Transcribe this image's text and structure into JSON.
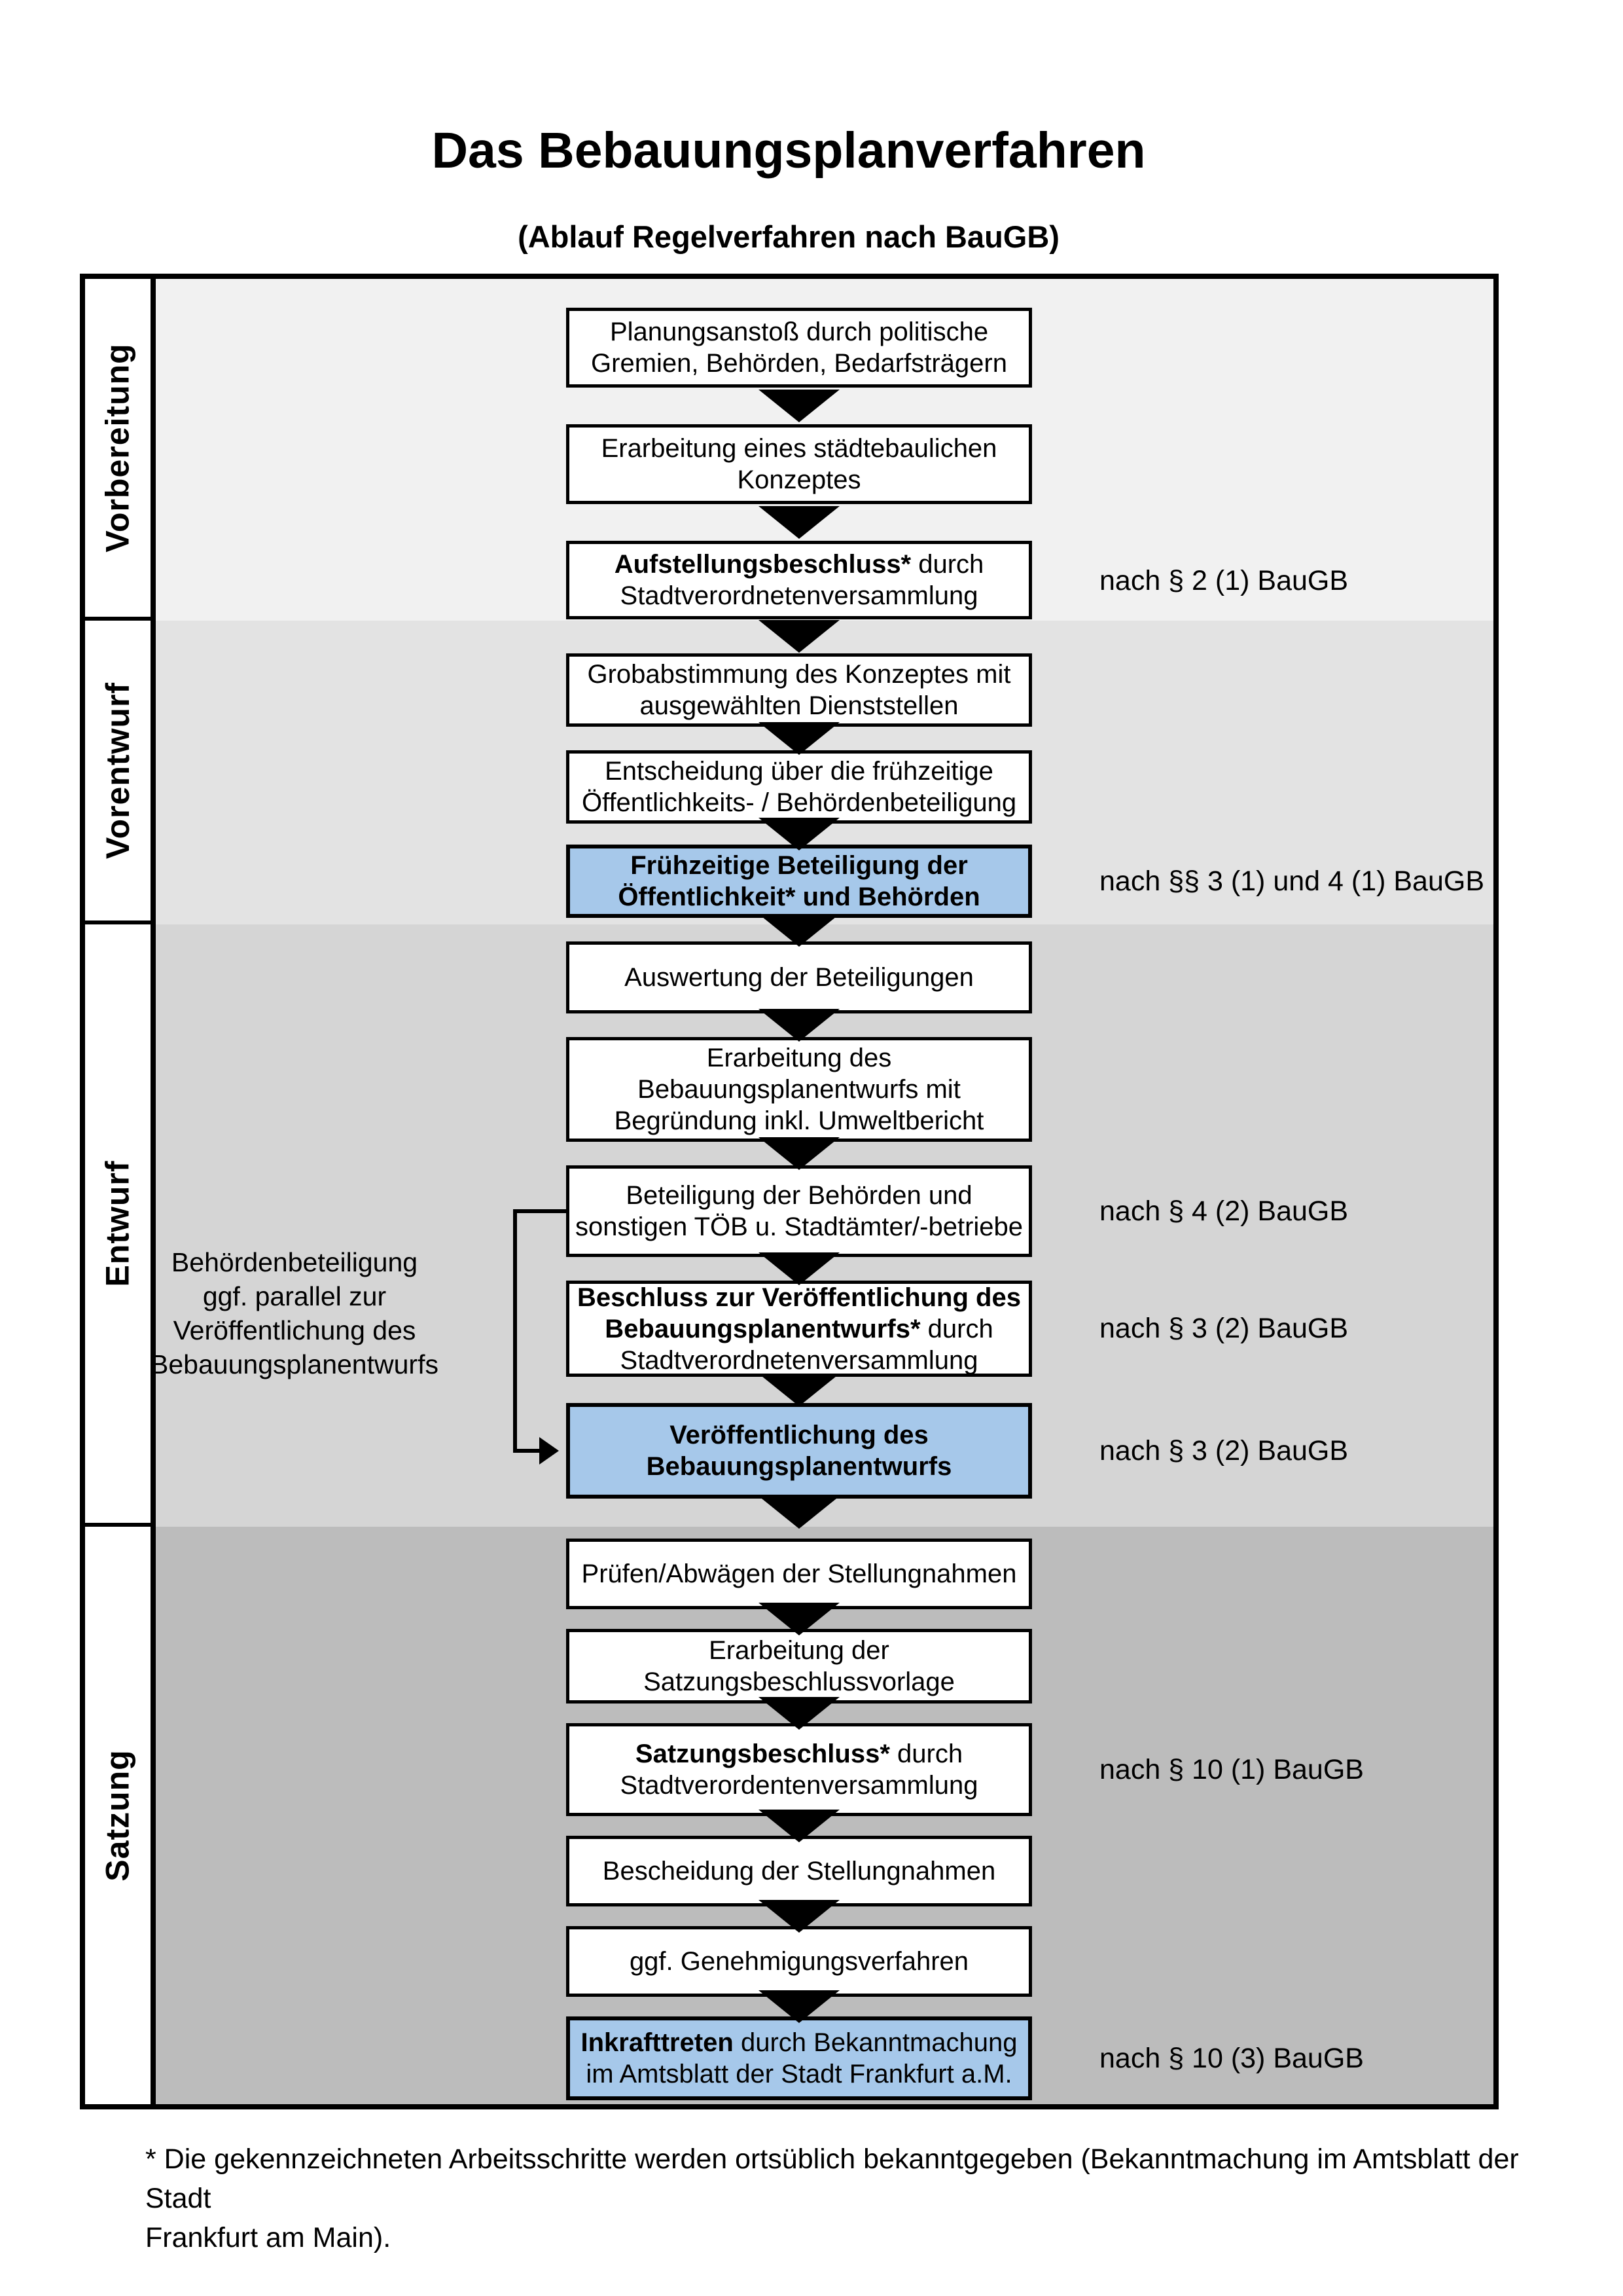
{
  "header": {
    "title": "Das Bebauungsplanverfahren",
    "subtitle": "(Ablauf Regelverfahren nach BauGB)"
  },
  "colors": {
    "highlight_blue": "#a6c8ea",
    "box_border": "#000000",
    "phase_bg": [
      "#f1f1f1",
      "#e3e3e3",
      "#d5d5d5",
      "#bcbcbc"
    ]
  },
  "phases": [
    {
      "label": "Vorbereitung"
    },
    {
      "label": "Vorentwurf"
    },
    {
      "label": "Entwurf"
    },
    {
      "label": "Satzung"
    }
  ],
  "boxes": {
    "v1": {
      "l1": "Planungsanstoß durch politische",
      "l2": "Gremien, Behörden, Bedarfsträgern"
    },
    "v2": {
      "l1": "Erarbeitung eines städtebaulichen",
      "l2": "Konzeptes"
    },
    "v3": {
      "l1b": "Aufstellungsbeschluss*",
      "l1r": " durch",
      "l2": "Stadtverordnetenversammlung"
    },
    "ve1": {
      "l1": "Grobabstimmung des Konzeptes mit",
      "l2": "ausgewählten Dienststellen"
    },
    "ve2": {
      "l1": "Entscheidung über die frühzeitige",
      "l2": "Öffentlichkeits- / Behördenbeteiligung"
    },
    "ve3": {
      "l1": "Frühzeitige Beteiligung der",
      "l2": "Öffentlichkeit* und Behörden"
    },
    "e1": {
      "l1": "Auswertung der Beteiligungen"
    },
    "e2": {
      "l1": "Erarbeitung des",
      "l2": "Bebauungsplanentwurfs mit",
      "l3": "Begründung inkl. Umweltbericht"
    },
    "e3": {
      "l1": "Beteiligung der Behörden und",
      "l2": "sonstigen TÖB u. Stadtämter/-betriebe"
    },
    "e4": {
      "l1b": "Beschluss zur Veröffentlichung des",
      "l2b": "Bebauungsplanentwurfs*",
      "l2r": " durch",
      "l3": "Stadtverordnetenversammlung"
    },
    "e5": {
      "l1": "Veröffentlichung des",
      "l2": "Bebauungsplanentwurfs"
    },
    "s1": {
      "l1": "Prüfen/Abwägen der Stellungnahmen"
    },
    "s2": {
      "l1": "Erarbeitung der",
      "l2": "Satzungsbeschlussvorlage"
    },
    "s3": {
      "l1b": "Satzungsbeschluss*",
      "l1r": " durch",
      "l2": "Stadtverordentenversammlung"
    },
    "s4": {
      "l1": "Bescheidung der Stellungnahmen"
    },
    "s5": {
      "l1": "ggf. Genehmigungsverfahren"
    },
    "s6": {
      "l1b": "Inkrafttreten",
      "l1r": " durch Bekanntmachung",
      "l2": "im Amtsblatt der Stadt Frankfurt a.M."
    }
  },
  "refs": {
    "r1": "nach § 2 (1) BauGB",
    "r2": "nach §§ 3 (1) und 4 (1) BauGB",
    "r3": "nach § 4 (2) BauGB",
    "r4": "nach § 3 (2) BauGB",
    "r5": "nach § 3 (2) BauGB",
    "r6": "nach § 10 (1) BauGB",
    "r7": "nach § 10 (3) BauGB"
  },
  "side_note": {
    "l1": "Behördenbeteiligung",
    "l2": "ggf. parallel zur",
    "l3": "Veröffentlichung des",
    "l4": "Bebauungsplanentwurfs"
  },
  "footnote": {
    "l1": "* Die gekennzeichneten Arbeitsschritte werden ortsüblich bekanntgegeben (Bekanntmachung im Amtsblatt  der Stadt",
    "l2": "Frankfurt am Main)."
  }
}
